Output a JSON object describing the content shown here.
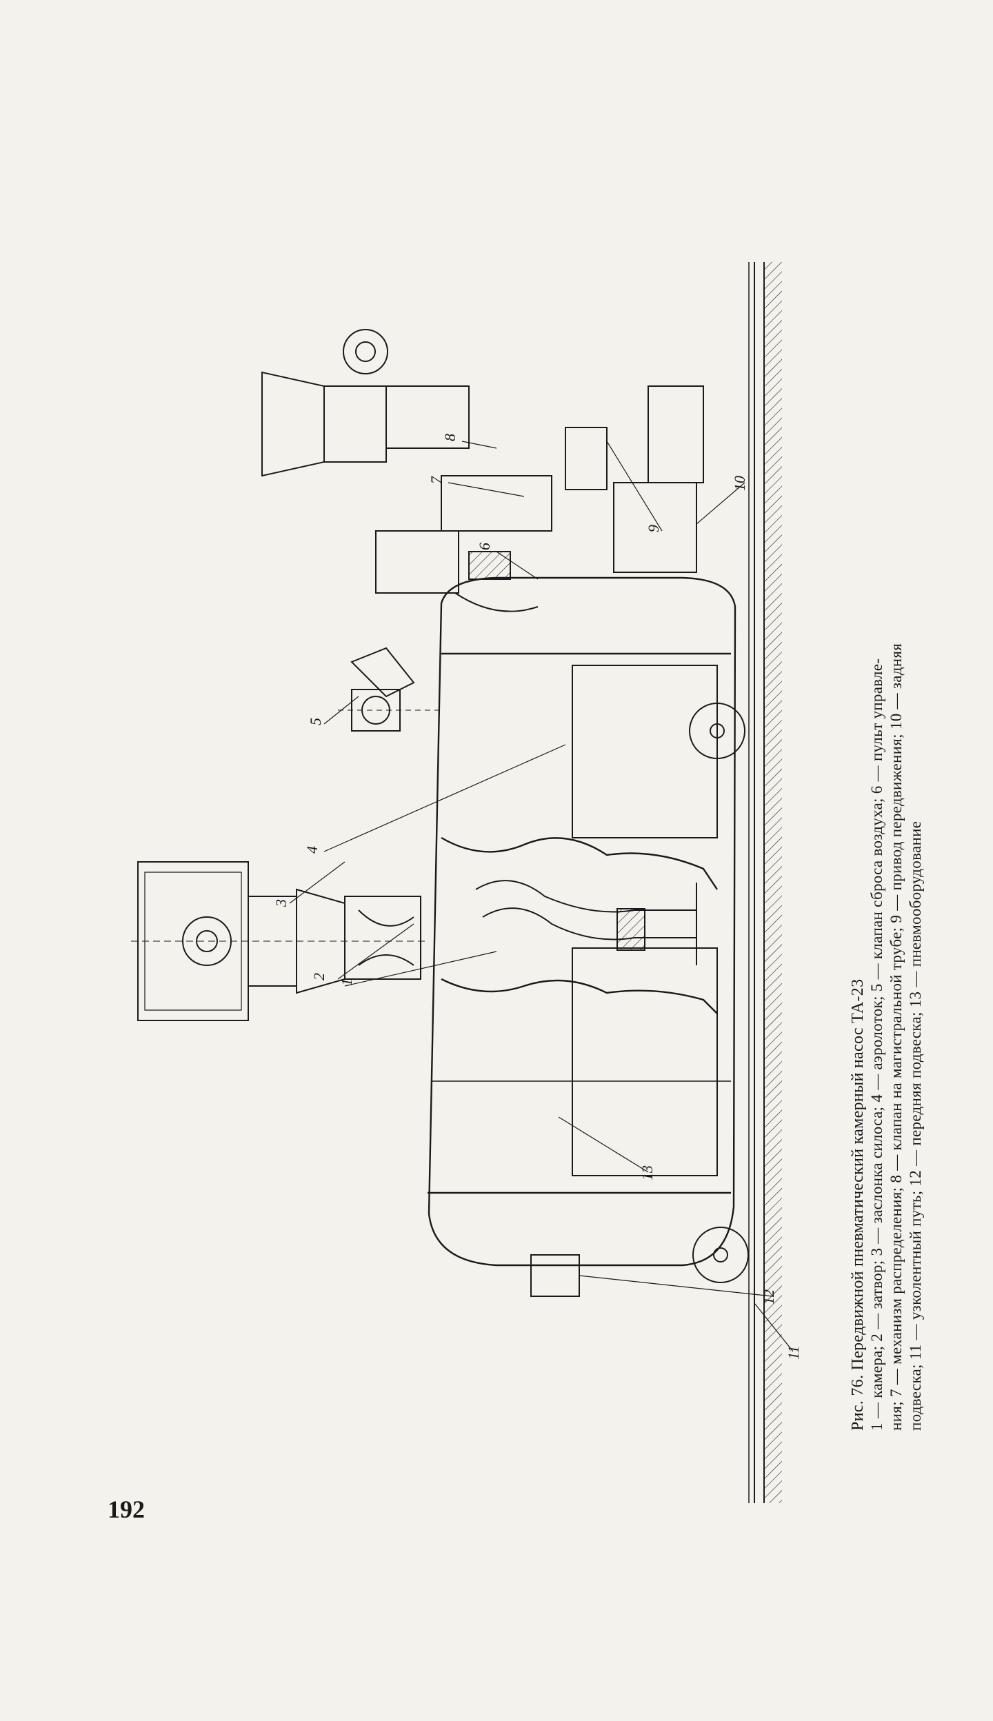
{
  "page": {
    "number": "192"
  },
  "figure": {
    "caption_title": "Рис. 76. Передвижной пневматический камерный насос ТА-23",
    "caption_lines": [
      "1 — камера; 2 — затвор; 3 — заслонка силоса; 4 — аэролоток; 5 — клапан сброса воздуха; 6 — пульт управле-",
      "ния; 7 — механизм распределения; 8 — клапан на магистральной трубе; 9 — привод передвижения; 10 — задняя",
      "подвеска; 11 — узколентный путь; 12 — передняя подвеска; 13 — пневмооборудование"
    ],
    "callouts": [
      "1",
      "2",
      "3",
      "4",
      "5",
      "6",
      "7",
      "8",
      "9",
      "10",
      "11",
      "12",
      "13"
    ]
  }
}
